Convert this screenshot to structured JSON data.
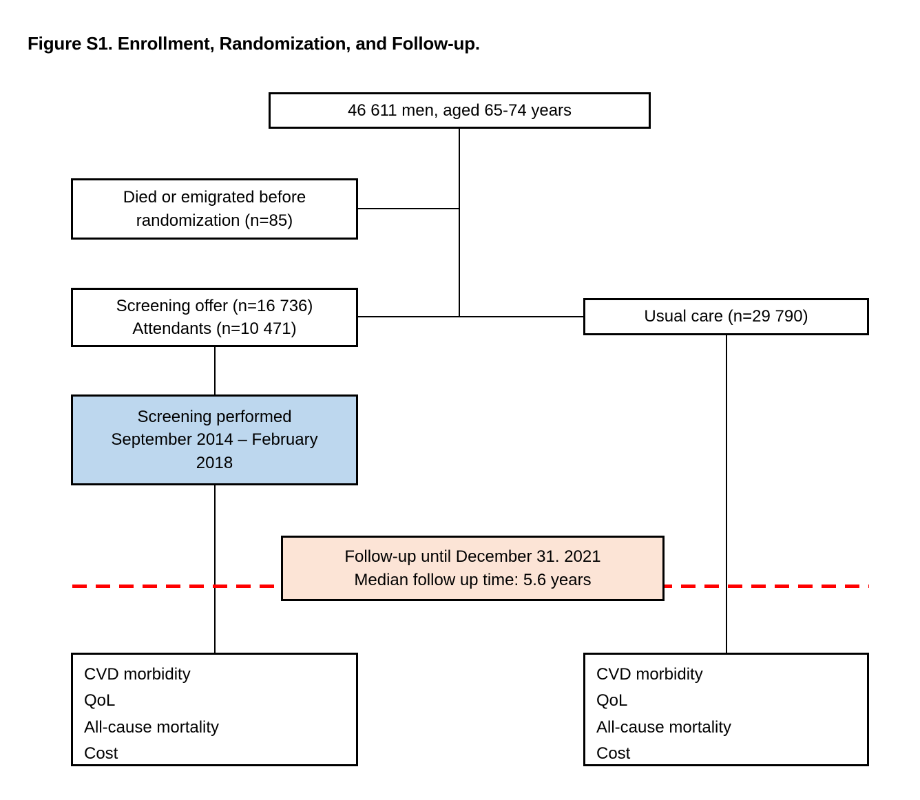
{
  "diagram": {
    "title": "Figure S1. Enrollment, Randomization, and Follow-up.",
    "nodes": {
      "population": {
        "line1": "46 611 men, aged 65-74 years"
      },
      "excluded": {
        "line1": "Died or emigrated before",
        "line2": "randomization (n=85)"
      },
      "screening_offer": {
        "line1": "Screening offer (n=16 736)",
        "line2": "Attendants (n=10 471)"
      },
      "usual_care": {
        "line1": "Usual care (n=29 790)"
      },
      "screening_performed": {
        "line1": "Screening performed",
        "line2": "September 2014 – February",
        "line3": "2018"
      },
      "follow_up": {
        "line1": "Follow-up until December 31. 2021",
        "line2": "Median follow up time: 5.6 years"
      },
      "outcomes_screening": {
        "line1": "CVD morbidity",
        "line2": "QoL",
        "line3": "All-cause mortality",
        "line4": "Cost"
      },
      "outcomes_usual_care": {
        "line1": "CVD morbidity",
        "line2": "QoL",
        "line3": "All-cause mortality",
        "line4": "Cost"
      }
    },
    "colors": {
      "box_border": "#000000",
      "screening_performed_fill": "#BDD7EE",
      "follow_up_fill": "#FCE4D6",
      "timeline_dash": "#FF0000"
    }
  }
}
